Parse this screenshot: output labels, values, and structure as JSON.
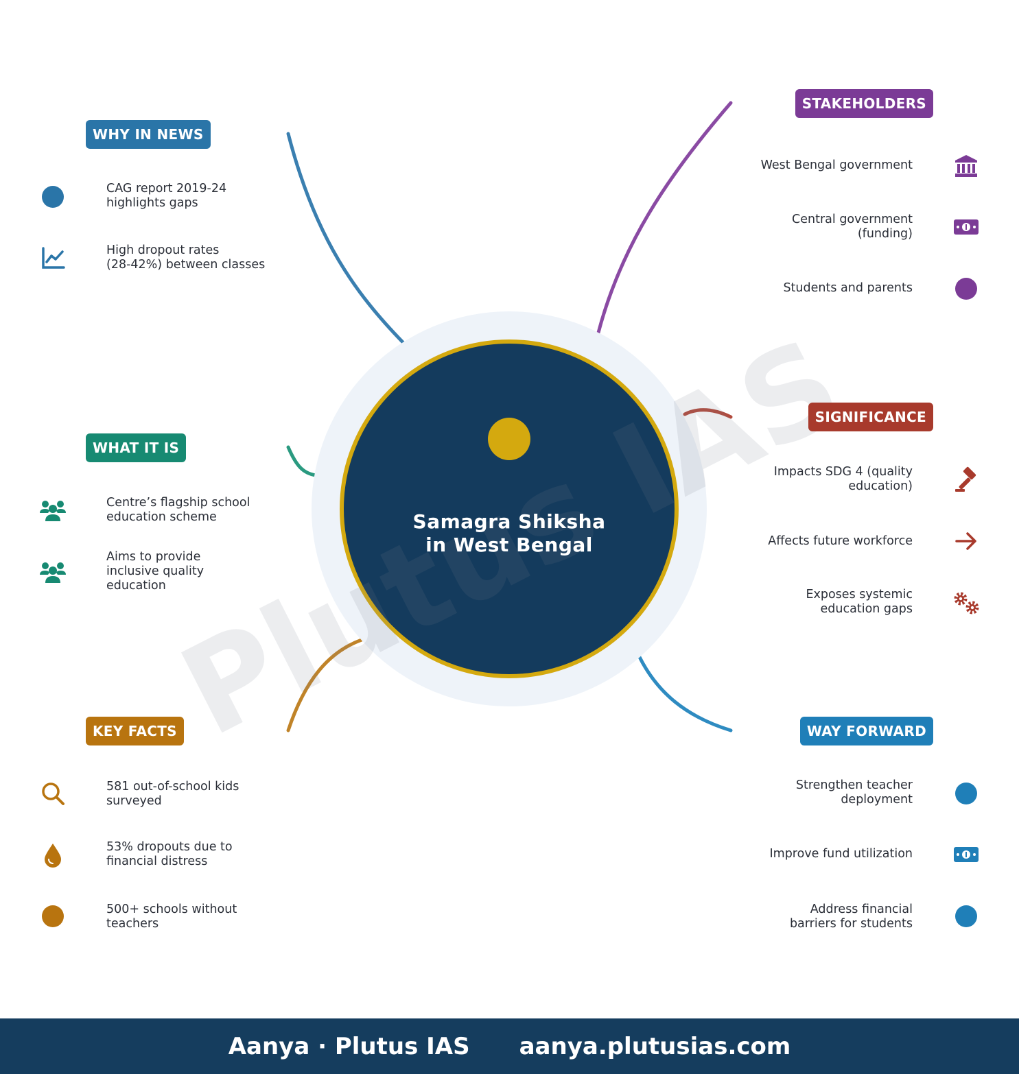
{
  "center": {
    "title": "Samagra Shiksha\nin West Bengal",
    "colors": {
      "fill": "#143b5d",
      "ring": "#d4a90f",
      "halo": "#eef3f9",
      "dot": "#d4a90f"
    }
  },
  "watermark": "Plutus IAS",
  "sections": {
    "why_in_news": {
      "label": "WHY IN NEWS",
      "color": "#2a75a8",
      "items": [
        {
          "text": "CAG report 2019-24\nhighlights gaps",
          "icon": "circle-icon"
        },
        {
          "text": "High dropout rates\n(28-42%) between classes",
          "icon": "chart-line-icon"
        }
      ]
    },
    "stakeholders": {
      "label": "STAKEHOLDERS",
      "color": "#7b3b96",
      "items": [
        {
          "text": "West Bengal government",
          "icon": "building-columns-icon"
        },
        {
          "text": "Central government\n(funding)",
          "icon": "money-bill-icon"
        },
        {
          "text": "Students and parents",
          "icon": "circle-icon"
        }
      ]
    },
    "what_it_is": {
      "label": "WHAT IT IS",
      "color": "#178a72",
      "items": [
        {
          "text": "Centre’s flagship school\neducation scheme",
          "icon": "users-icon"
        },
        {
          "text": "Aims to provide\ninclusive quality\neducation",
          "icon": "users-icon"
        }
      ]
    },
    "significance": {
      "label": "SIGNIFICANCE",
      "color": "#a83a2c",
      "items": [
        {
          "text": "Impacts SDG 4 (quality\neducation)",
          "icon": "gavel-icon"
        },
        {
          "text": "Affects future workforce",
          "icon": "arrow-right-icon"
        },
        {
          "text": "Exposes systemic\neducation gaps",
          "icon": "gears-icon"
        }
      ]
    },
    "key_facts": {
      "label": "KEY FACTS",
      "color": "#b8740f",
      "items": [
        {
          "text": "581 out-of-school kids\nsurveyed",
          "icon": "magnifying-glass-icon"
        },
        {
          "text": "53% dropouts due to\nfinancial distress",
          "icon": "droplet-icon"
        },
        {
          "text": "500+ schools without\nteachers",
          "icon": "circle-icon"
        }
      ]
    },
    "way_forward": {
      "label": "WAY FORWARD",
      "color": "#1f7fb8",
      "items": [
        {
          "text": "Strengthen teacher\ndeployment",
          "icon": "circle-icon"
        },
        {
          "text": "Improve fund utilization",
          "icon": "money-bill-icon"
        },
        {
          "text": "Address financial\nbarriers for students",
          "icon": "circle-icon"
        }
      ]
    }
  },
  "footer": {
    "left": "Aanya · Plutus IAS",
    "right": "aanya.plutusias.com",
    "color": "#153d5e"
  }
}
